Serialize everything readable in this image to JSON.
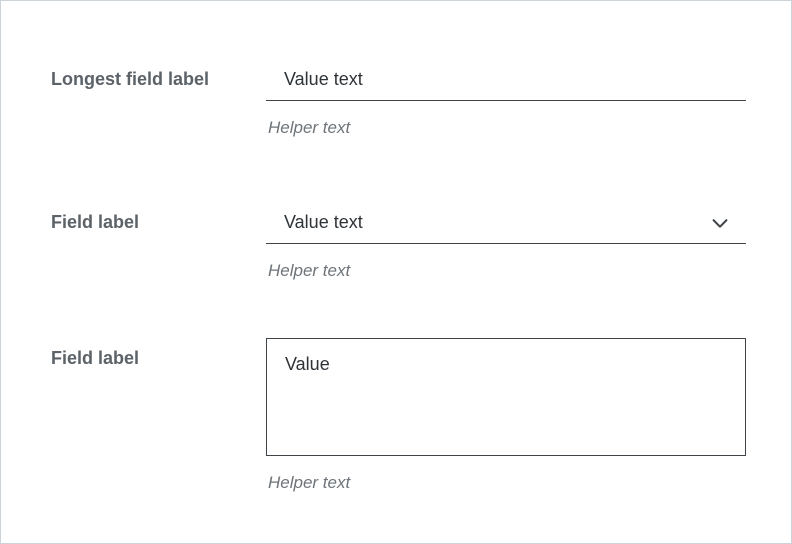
{
  "form": {
    "fields": [
      {
        "type": "text-input",
        "label": "Longest field label",
        "value": "Value text",
        "helper": "Helper text"
      },
      {
        "type": "select",
        "label": "Field label",
        "value": "Value text",
        "helper": "Helper text"
      },
      {
        "type": "textarea",
        "label": "Field label",
        "value": "Value",
        "helper": "Helper text"
      }
    ],
    "colors": {
      "label_text": "#5b6268",
      "value_text": "#2e3338",
      "helper_text": "#6e747a",
      "control_border": "#3f4449",
      "page_border": "#ccd4da"
    }
  }
}
